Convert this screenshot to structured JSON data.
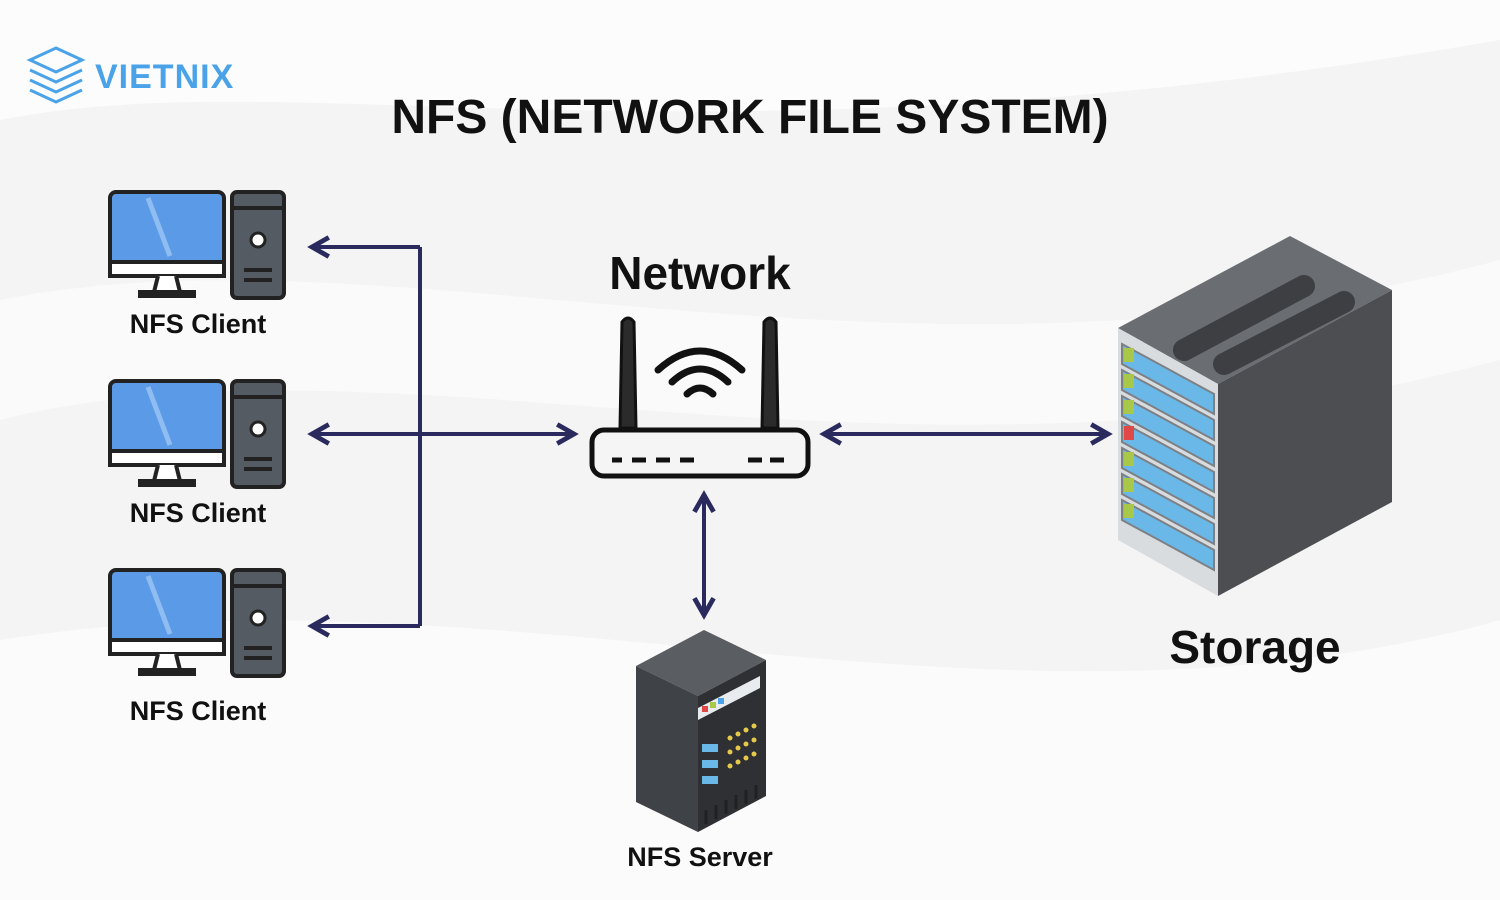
{
  "brand": {
    "name": "VIETNIX",
    "color": "#4aa3e8"
  },
  "diagram": {
    "title": "NFS (NETWORK FILE SYSTEM)",
    "clients": [
      {
        "label": "NFS Client"
      },
      {
        "label": "NFS Client"
      },
      {
        "label": "NFS Client"
      }
    ],
    "network": {
      "label": "Network"
    },
    "storage": {
      "label": "Storage"
    },
    "server": {
      "label": "NFS Server"
    },
    "connector_color": "#2b2a5e",
    "monitor_color": "#5b9ae6"
  }
}
